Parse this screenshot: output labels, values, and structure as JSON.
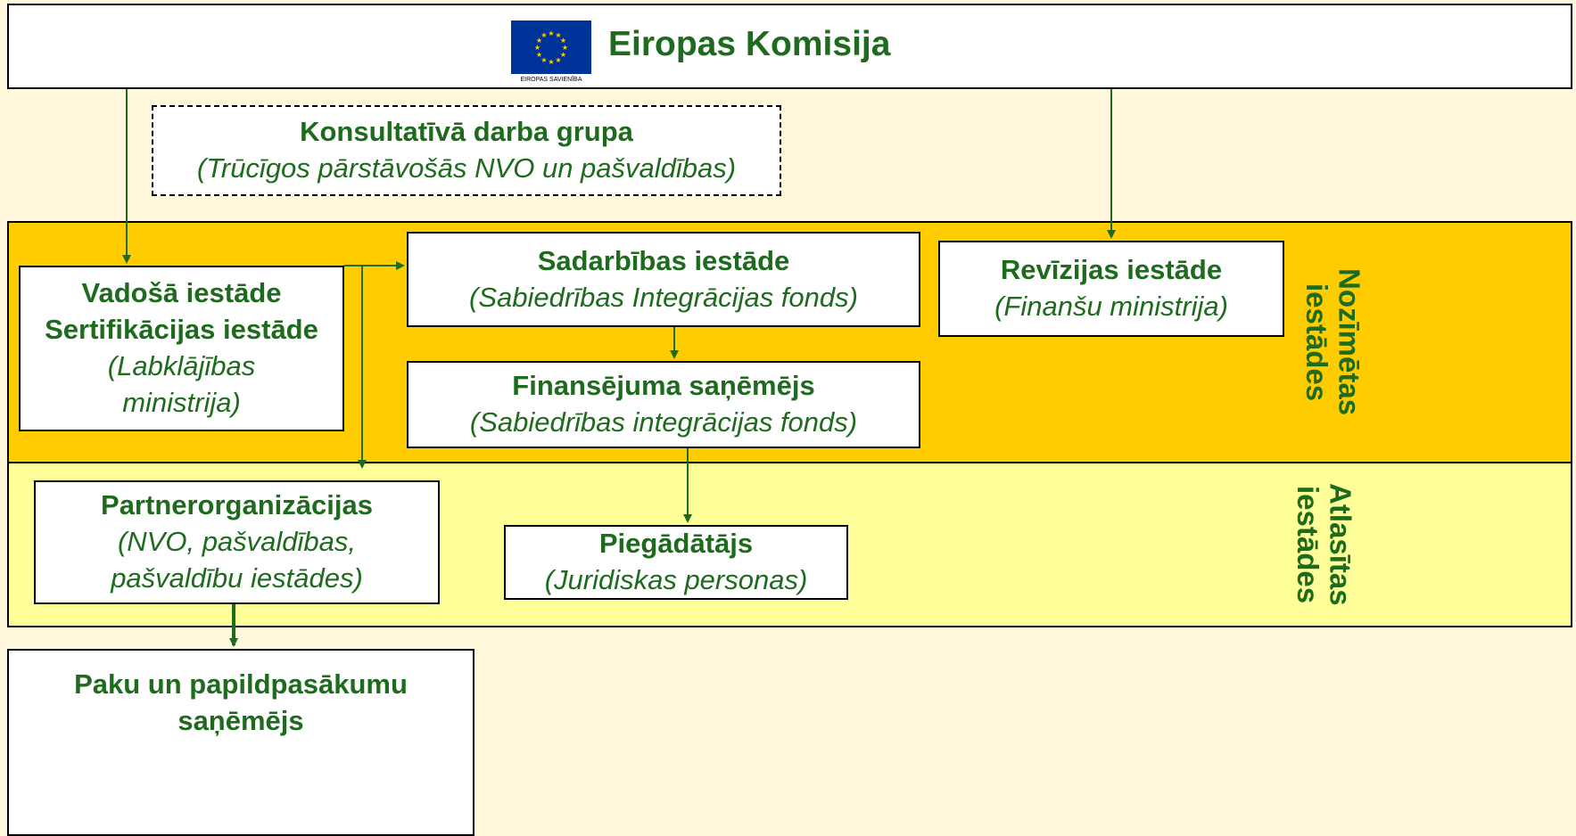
{
  "header": {
    "title": "Eiropas Komisija",
    "flag_caption": "EIROPAS SAVIENĪBA",
    "flag_color": "#003399",
    "star_color": "#ffcc00"
  },
  "advisory": {
    "title": "Konsultatīvā darba grupa",
    "subtitle": "(Trūcīgos pārstāvošās NVO un pašvaldības)"
  },
  "bands": {
    "designated_label": "Nozīmētas iestādes",
    "designated_color": "#ffcc00",
    "selected_label": "Atlasītas iestādes",
    "selected_color": "#ffff99"
  },
  "nodes": {
    "managing": {
      "title_line1": "Vadošā iestāde",
      "title_line2": "Sertifikācijas iestāde",
      "subtitle": "(Labklājības ministrija)"
    },
    "intermediate": {
      "title": "Sadarbības iestāde",
      "subtitle": "(Sabiedrības Integrācijas fonds)"
    },
    "audit": {
      "title": "Revīzijas iestāde",
      "subtitle": "(Finanšu ministrija)"
    },
    "beneficiary": {
      "title": "Finansējuma saņēmējs",
      "subtitle": "(Sabiedrības integrācijas fonds)"
    },
    "partners": {
      "title": "Partnerorganizācijas",
      "subtitle": "(NVO, pašvaldības, pašvaldību iestādes)"
    },
    "supplier": {
      "title": "Piegādātājs",
      "subtitle": "(Juridiskas personas)"
    },
    "recipient": {
      "title": "Paku un papildpasākumu saņēmējs"
    }
  },
  "colors": {
    "text_green": "#1e6b1e",
    "page_background": "#fff8dc"
  }
}
